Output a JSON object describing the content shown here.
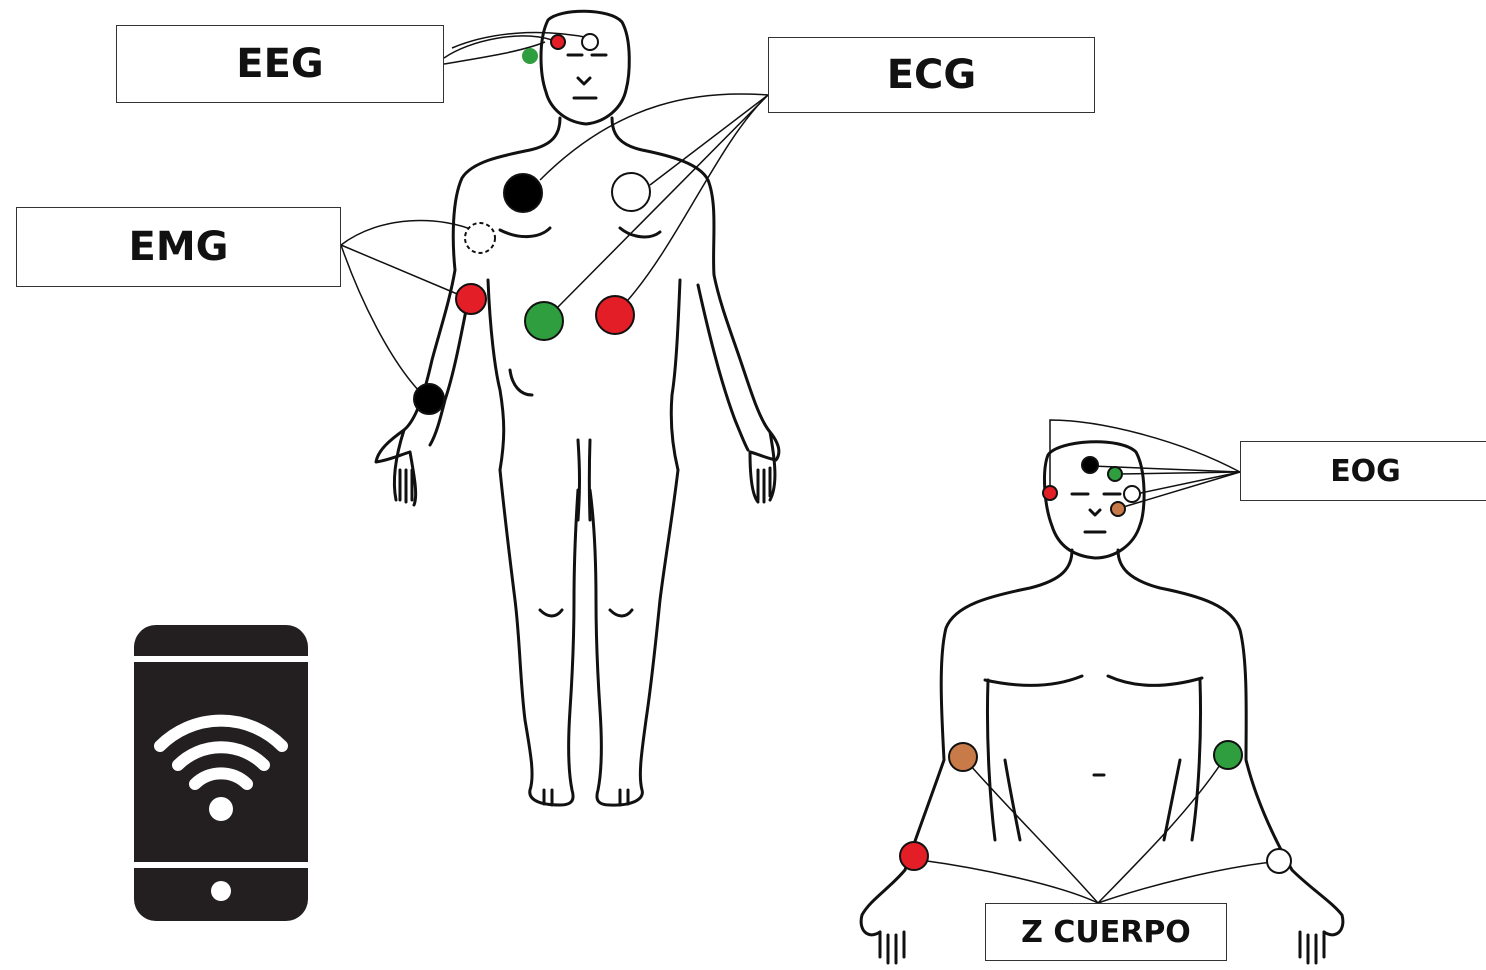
{
  "labels": {
    "eeg": "EEG",
    "ecg": "ECG",
    "emg": "EMG",
    "eog": "EOG",
    "z_cuerpo": "Z CUERPO"
  },
  "colors": {
    "outline": "#111111",
    "red": "#e41e26",
    "green": "#2e9e3e",
    "black": "#000000",
    "white": "#ffffff",
    "brown": "#c87a48",
    "phone": "#231f20"
  },
  "icons": {
    "phone": "smartphone-wifi-icon"
  }
}
